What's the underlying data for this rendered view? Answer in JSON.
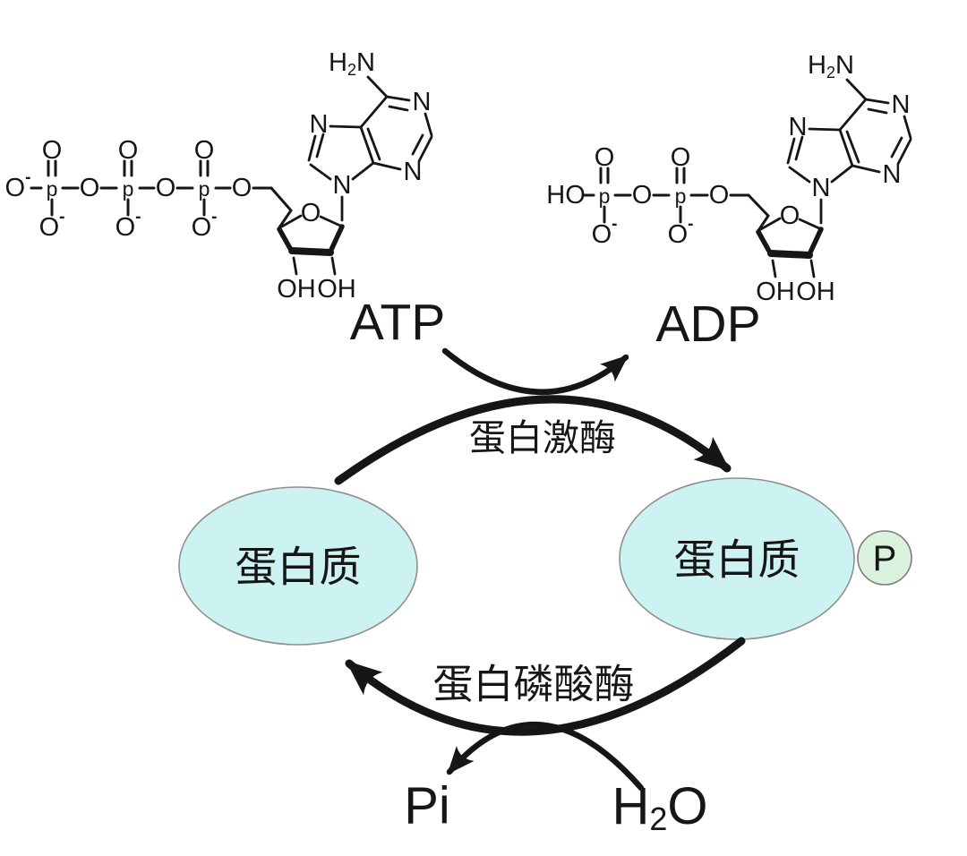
{
  "labels": {
    "atp": "ATP",
    "adp": "ADP",
    "kinase": "蛋白激酶",
    "phosphatase": "蛋白磷酸酶",
    "protein": "蛋白质",
    "phosphate_badge": "P",
    "pi": "Pi",
    "water_h": "H",
    "water_sub": "2",
    "water_o": "O"
  },
  "atoms": {
    "O": "O",
    "p": "p",
    "N": "N",
    "OH": "OH",
    "HO": "HO",
    "H": "H",
    "two": "2",
    "minus": "-"
  },
  "colors": {
    "protein_fill": "#ccf3f2",
    "protein_stroke": "#8f8f8f",
    "phosphate_fill": "#daf1dd",
    "phosphate_stroke": "#7d7d7d",
    "ink": "#161616",
    "background": "#ffffff"
  }
}
